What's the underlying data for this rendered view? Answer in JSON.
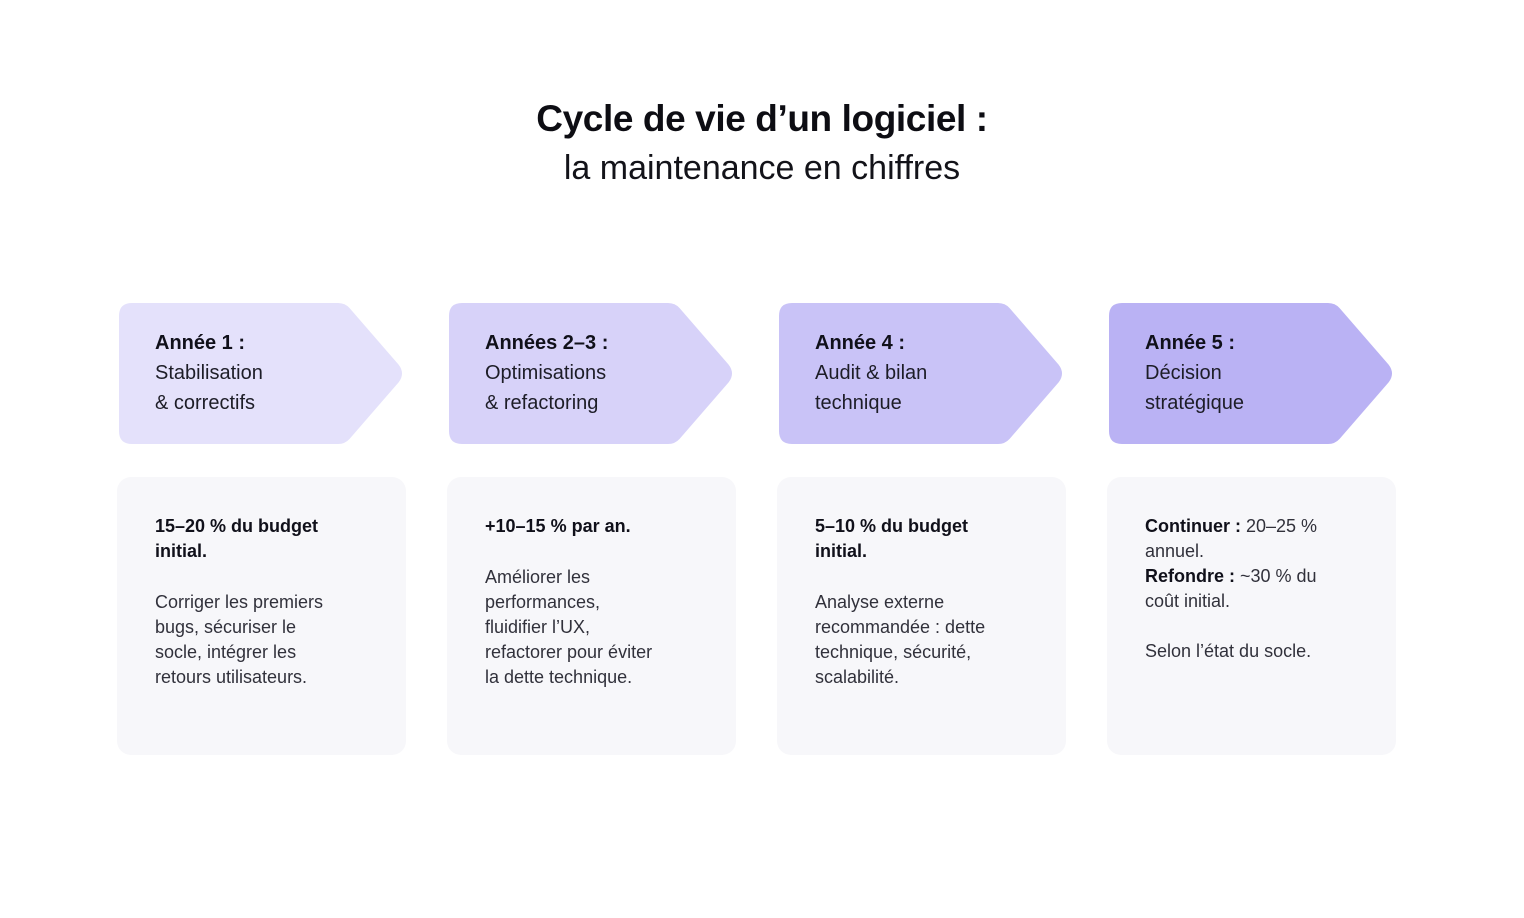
{
  "page": {
    "background": "#ffffff"
  },
  "title": {
    "line1": "Cycle de vie d’un logiciel :",
    "line2": "la maintenance en chiffres"
  },
  "stages": [
    {
      "id": "annee-1",
      "arrow_color": "#e4e1fb",
      "label_bold": "Année 1 :",
      "label_lines": [
        "Stabilisation",
        "& correctifs"
      ],
      "card": {
        "heading_lines": [
          "15–20 % du budget",
          "initial."
        ],
        "body_lines": [
          "Corriger les premiers",
          "bugs, sécuriser le",
          "socle, intégrer les",
          "retours utilisateurs."
        ]
      }
    },
    {
      "id": "annees-2-3",
      "arrow_color": "#d7d2f9",
      "label_bold": "Années 2–3 :",
      "label_lines": [
        "Optimisations",
        "& refactoring"
      ],
      "card": {
        "heading_lines": [
          "+10–15 % par an."
        ],
        "body_lines": [
          "Améliorer les",
          "performances,",
          "fluidifier l’UX,",
          "refactorer pour éviter",
          "la dette technique."
        ]
      }
    },
    {
      "id": "annee-4",
      "arrow_color": "#c9c3f7",
      "label_bold": "Année 4 :",
      "label_lines": [
        "Audit & bilan",
        "technique"
      ],
      "card": {
        "heading_lines": [
          "5–10 % du budget",
          "initial."
        ],
        "body_lines": [
          "Analyse externe",
          "recommandée : dette",
          "technique, sécurité,",
          "scalabilité."
        ]
      }
    },
    {
      "id": "annee-5",
      "arrow_color": "#bab2f4",
      "label_bold": "Année 5 :",
      "label_lines": [
        "Décision",
        "stratégique"
      ],
      "card": {
        "continuer_label": "Continuer :",
        "continuer_value": " 20–25 %",
        "continuer_wrap": "annuel.",
        "refondre_label": "Refondre :",
        "refondre_value": " ~30 % du",
        "refondre_wrap": "coût initial.",
        "note": "Selon l’état du socle."
      }
    }
  ]
}
